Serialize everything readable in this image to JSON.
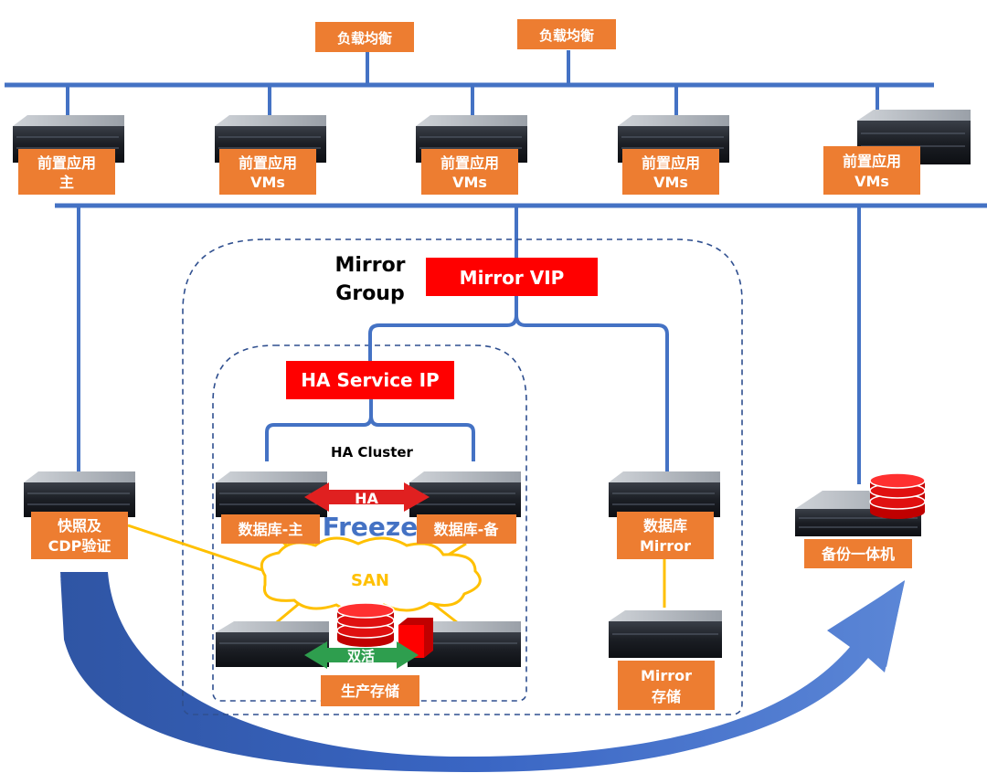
{
  "load_balancers": [
    {
      "label": "负载均衡"
    },
    {
      "label": "负载均衡"
    }
  ],
  "front_servers": [
    {
      "line1": "前置应用",
      "line2": "主"
    },
    {
      "line1": "前置应用",
      "line2": "VMs"
    },
    {
      "line1": "前置应用",
      "line2": "VMs"
    },
    {
      "line1": "前置应用",
      "line2": "VMs"
    },
    {
      "line1": "前置应用",
      "line2": "VMs"
    }
  ],
  "mirror_group": {
    "line1": "Mirror",
    "line2": "Group"
  },
  "mirror_vip": "Mirror VIP",
  "ha_service_ip": "HA Service IP",
  "ha_cluster": "HA Cluster",
  "ha_arrow": "HA",
  "freeze": "Freeze",
  "db_primary": "数据库-主",
  "db_standby": "数据库-备",
  "db_mirror": {
    "line1": "数据库",
    "line2": "Mirror"
  },
  "snapshot": {
    "line1": "快照及",
    "line2": "CDP验证"
  },
  "san": "SAN",
  "active_active": "双活",
  "production_storage": "生产存储",
  "mirror_storage": {
    "line1": "Mirror",
    "line2": "存储"
  },
  "backup_appliance": "备份一体机",
  "colors": {
    "orange": "#ED7D31",
    "red": "#FF0000",
    "blue": "#4472C4",
    "yellow": "#FFC000",
    "green": "#2E9E4E",
    "freeze_blue": "#4472C4"
  }
}
